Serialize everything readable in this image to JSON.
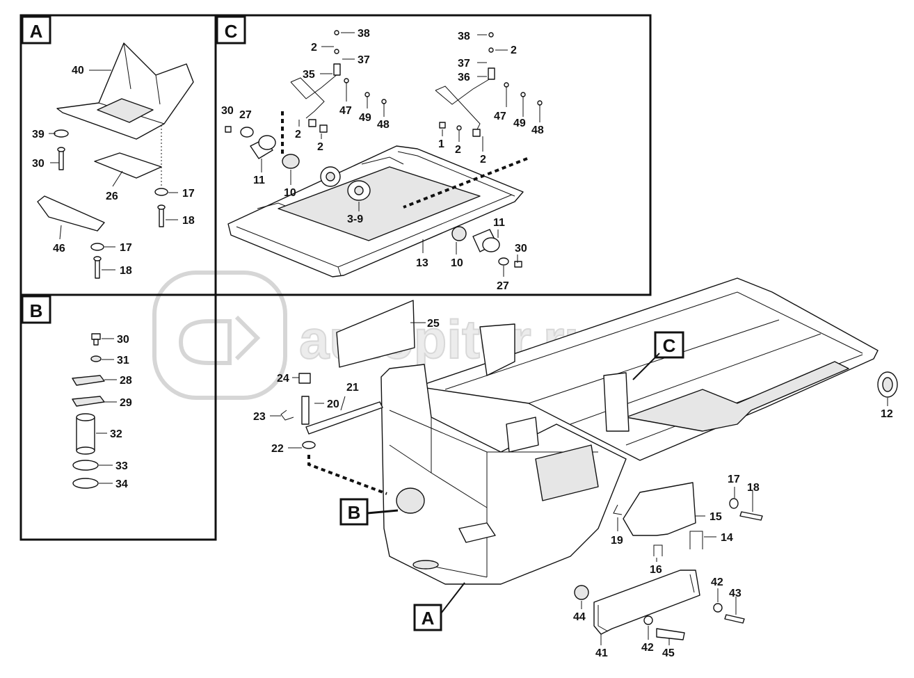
{
  "watermark": {
    "text": "autopiter.ru"
  },
  "sections": {
    "A": {
      "label": "A"
    },
    "B": {
      "label": "B"
    },
    "C": {
      "label": "C"
    }
  },
  "callouts": {
    "A": "A",
    "B": "B",
    "C": "C"
  },
  "part_numbers": {
    "a40": "40",
    "a39": "39",
    "a30": "30",
    "a26": "26",
    "a17a": "17",
    "a18a": "18",
    "a46": "46",
    "a17b": "17",
    "a18b": "18",
    "b30": "30",
    "b31": "31",
    "b28": "28",
    "b29": "29",
    "b32": "32",
    "b33": "33",
    "b34": "34",
    "c38a": "38",
    "c2a": "2",
    "c37a": "37",
    "c35": "35",
    "c47a": "47",
    "c49a": "49",
    "c48a": "48",
    "c30a": "30",
    "c27a": "27",
    "c2b": "2",
    "c2c": "2",
    "c11a": "11",
    "c10a": "10",
    "c39": "3-9",
    "c38b": "38",
    "c2d": "2",
    "c37b": "37",
    "c36": "36",
    "c47b": "47",
    "c49b": "49",
    "c48b": "48",
    "c1": "1",
    "c2e": "2",
    "c2f": "2",
    "c13": "13",
    "c10b": "10",
    "c11b": "11",
    "c30b": "30",
    "c27b": "27",
    "m25": "25",
    "m24": "24",
    "m21": "21",
    "m23": "23",
    "m20": "20",
    "m22": "22",
    "m12": "12",
    "m17": "17",
    "m18": "18",
    "m15": "15",
    "m19": "19",
    "m14": "14",
    "m16": "16",
    "m42a": "42",
    "m43": "43",
    "m44": "44",
    "m41": "41",
    "m42b": "42",
    "m45": "45"
  }
}
